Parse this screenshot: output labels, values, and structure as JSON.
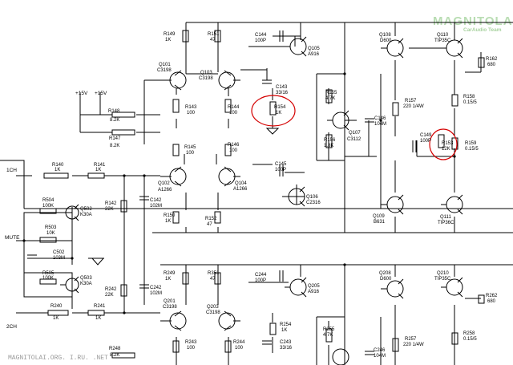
{
  "watermark": {
    "brand": "MAGNITOLA",
    "sub": "CarAudio Team",
    "footer": "MAGNITOLAI.ORG. I.RU. .NET"
  },
  "inputs": {
    "ch1": "1CH",
    "ch2": "2CH",
    "mute": "MUTE"
  },
  "supplies": {
    "p15a": "+15V",
    "p15b": "+15V"
  },
  "parts": {
    "R149": [
      "R149",
      "1K"
    ],
    "R151": [
      "R151",
      "47"
    ],
    "C144": [
      "C144",
      "100P"
    ],
    "Q105": [
      "Q105",
      "A916"
    ],
    "Q108": [
      "Q108",
      "D600"
    ],
    "Q110": [
      "Q110",
      "TIP35C"
    ],
    "R162": [
      "R162",
      "680"
    ],
    "Q101": [
      "Q101",
      "C3198"
    ],
    "Q103": [
      "Q103",
      "C3198"
    ],
    "C143": [
      "C143",
      "33/16"
    ],
    "R154": [
      "R154",
      "1K"
    ],
    "R155": [
      "R155",
      "4.7K"
    ],
    "R157": [
      "R157",
      "220 1/4W"
    ],
    "R158": [
      "R158",
      "0.15/5"
    ],
    "R148": [
      "R148",
      "8.2K"
    ],
    "R143": [
      "R143",
      "100"
    ],
    "R144": [
      "R144",
      "100"
    ],
    "Q107": [
      "Q107",
      "C3112"
    ],
    "C146": [
      "C146",
      "104M"
    ],
    "C149": [
      "C149",
      "100P"
    ],
    "R153": [
      "R153",
      "12K"
    ],
    "R159": [
      "R159",
      "0.15/5"
    ],
    "R147": [
      "R147",
      "8.2K"
    ],
    "R156": [
      "R156",
      "1.8K"
    ],
    "R145": [
      "R145",
      "100"
    ],
    "R146": [
      "R146",
      "100"
    ],
    "C145": [
      "C145",
      "100P"
    ],
    "R140": [
      "R140",
      "1K"
    ],
    "R141": [
      "R141",
      "1K"
    ],
    "Q102": [
      "Q102",
      "A1266"
    ],
    "Q104": [
      "Q104",
      "A1266"
    ],
    "Q106": [
      "Q106",
      "C2316"
    ],
    "R504": [
      "R504",
      "100K"
    ],
    "R142": [
      "R142",
      "22K"
    ],
    "C142": [
      "C142",
      "102M"
    ],
    "Q109": [
      "Q109",
      "B631"
    ],
    "Q111": [
      "Q111",
      "TIP36C"
    ],
    "Q502": [
      "Q502",
      "K30A"
    ],
    "R503": [
      "R503",
      "10K"
    ],
    "R150": [
      "R150",
      "1K"
    ],
    "R152": [
      "R152",
      "47"
    ],
    "C502": [
      "C502",
      "103M"
    ],
    "R505": [
      "R505",
      "100K"
    ],
    "Q503": [
      "Q503",
      "K30A"
    ],
    "R242": [
      "R242",
      "22K"
    ],
    "C242": [
      "C242",
      "102M"
    ],
    "R249": [
      "R249",
      "1K"
    ],
    "R351": [
      "R351",
      "47"
    ],
    "C244": [
      "C244",
      "100P"
    ],
    "Q205": [
      "Q205",
      "A916"
    ],
    "Q208": [
      "Q208",
      "D600"
    ],
    "Q210": [
      "Q210",
      "TIP35C"
    ],
    "Q201": [
      "Q201",
      "C3198"
    ],
    "Q203": [
      "Q203",
      "C3198"
    ],
    "R262": [
      "R262",
      "680"
    ],
    "R240": [
      "R240",
      "1K"
    ],
    "R241": [
      "R241",
      "1K"
    ],
    "R254": [
      "R254",
      "1K"
    ],
    "R255": [
      "R255",
      "4.7K"
    ],
    "R257": [
      "R257",
      "220 1/4W"
    ],
    "R258": [
      "R258",
      "0.15/5"
    ],
    "R243": [
      "R243",
      "100"
    ],
    "R244": [
      "R244",
      "100"
    ],
    "C243": [
      "C243",
      "33/16"
    ],
    "C246": [
      "C246",
      "104M"
    ],
    "R248": [
      "R248",
      "8.2K"
    ]
  }
}
